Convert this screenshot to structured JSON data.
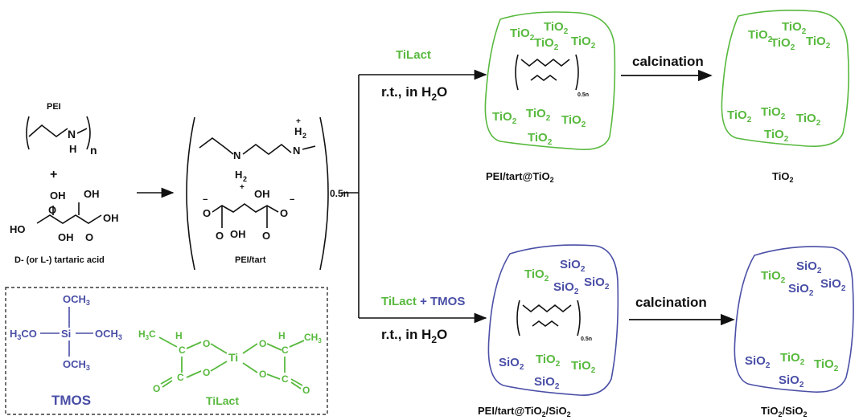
{
  "pei": {
    "label": "PEI",
    "nh": "N",
    "h": "H",
    "n": "n",
    "plus": "+"
  },
  "tartaric": {
    "oh_top_left": "OH",
    "oh_top_right": "OH",
    "o_left": "O",
    "ho_left": "HO",
    "oh_bottom": "OH",
    "o_right": "O",
    "oh_right": "OH",
    "caption": "D- (or L-) tartaric acid"
  },
  "pei_tart": {
    "n1": "N",
    "h1": "H",
    "h2": "2",
    "n2": "N",
    "plus": "+",
    "h_top": "H",
    "h_top_sub": "2",
    "oh_top": "OH",
    "o_left_minus": "O",
    "minus": "−",
    "o_left_dbl": "O",
    "oh_bottom": "OH",
    "o_right_dbl": "O",
    "o_right_minus": "O",
    "subscript": "0.5n",
    "caption": "PEI/tart"
  },
  "top_route": {
    "reagent": "TiLact",
    "conditions_prefix": "r.t., in H",
    "conditions_sub": "2",
    "conditions_suffix": "O",
    "step": "calcination",
    "product_label_prefix": "PEI/tart@TiO",
    "product_label_sub": "2",
    "final_prefix": "TiO",
    "final_sub": "2"
  },
  "bottom_route": {
    "reagent_green": "TiLact",
    "reagent_blue": "+ TMOS",
    "conditions_prefix": "r.t., in H",
    "conditions_sub": "2",
    "conditions_suffix": "O",
    "step": "calcination",
    "product_label_prefix": "PEI/tart@TiO",
    "product_label_sub1": "2",
    "product_label_mid": "/SiO",
    "product_label_sub2": "2",
    "final_prefix": "TiO",
    "final_sub1": "2",
    "final_mid": "/SiO",
    "final_sub2": "2"
  },
  "particle": {
    "tio": "TiO",
    "sio": "SiO",
    "sub": "2",
    "subscript": "0.5n"
  },
  "legend": {
    "tmos_label": "TMOS",
    "tilact_label": "TiLact",
    "och3": "OCH",
    "h3co": "H",
    "h3co_rest": "CO",
    "si": "Si",
    "three": "3",
    "ch3": "CH",
    "h3c": "H",
    "h3c_c": "C",
    "h": "H",
    "c": "C",
    "o": "O",
    "ti": "Ti"
  },
  "colors": {
    "green": "#58b93e",
    "blue": "#4a4fa6",
    "black": "#111111"
  }
}
